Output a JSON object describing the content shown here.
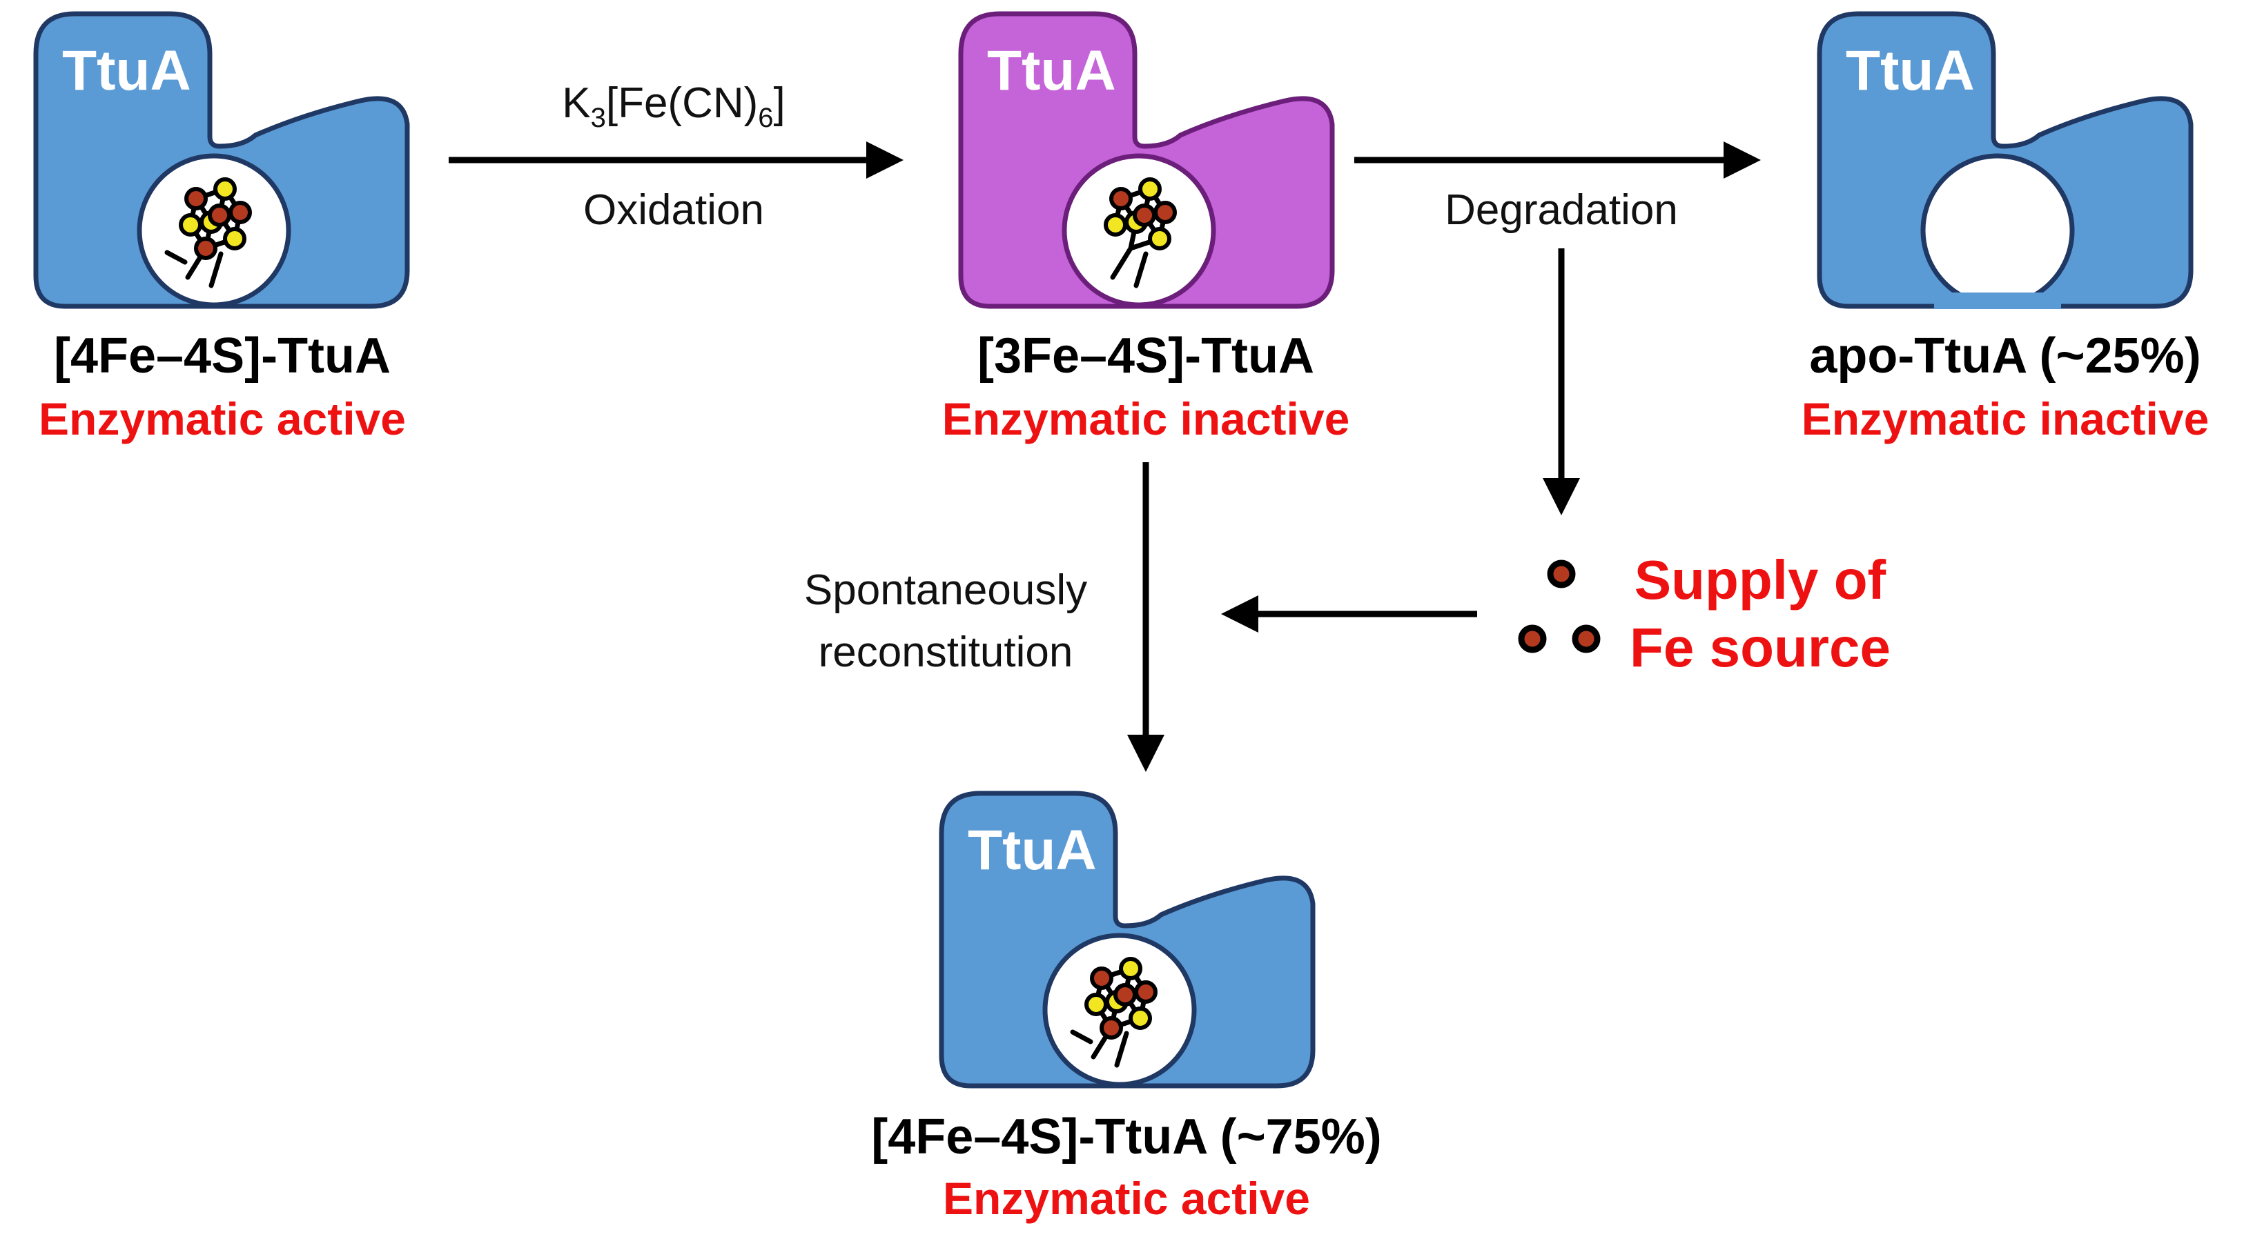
{
  "protein_name": "TtuA",
  "colors": {
    "protein_blue": "#5b9bd5",
    "protein_purple": "#c563d9",
    "outline": "#1f3864",
    "iron": "#b33a1e",
    "sulfur": "#f2e622",
    "activity_text": "#ee1111"
  },
  "states": {
    "initial": {
      "name": "[4Fe–4S]-TtuA",
      "activity": "Enzymatic active"
    },
    "oxidized": {
      "name": "[3Fe–4S]-TtuA",
      "activity": "Enzymatic inactive"
    },
    "apo": {
      "name": "apo-TtuA (~25%)",
      "activity": "Enzymatic inactive"
    },
    "reconstituted": {
      "name": "[4Fe–4S]-TtuA (~75%)",
      "activity": "Enzymatic active"
    }
  },
  "arrows": {
    "oxidation": {
      "reagent_pre": "K",
      "reagent_sub1": "3",
      "reagent_mid": "[Fe(CN)",
      "reagent_sub2": "6",
      "reagent_post": "]",
      "label": "Oxidation"
    },
    "degradation": {
      "label": "Degradation"
    },
    "reconstitution": {
      "line1": "Spontaneously",
      "line2": "reconstitution"
    }
  },
  "fe_supply": {
    "line1": "Supply of",
    "line2": "Fe source"
  }
}
